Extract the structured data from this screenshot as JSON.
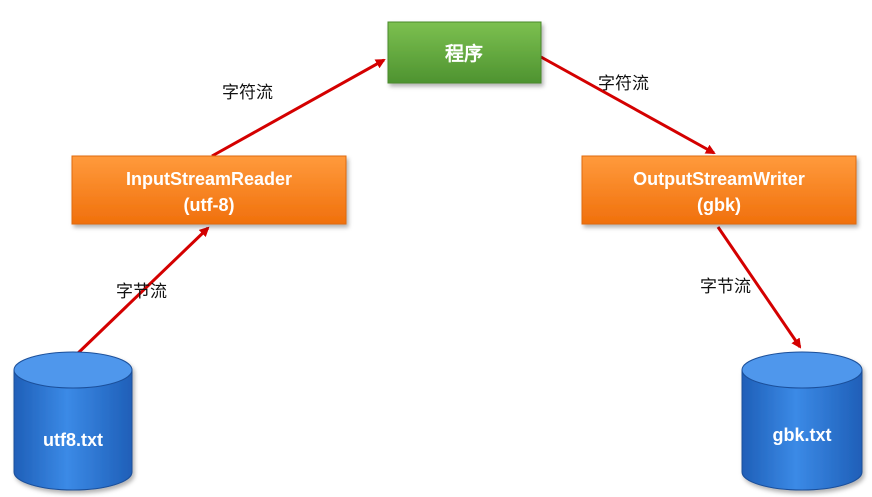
{
  "nodes": {
    "program": {
      "label": "程序",
      "color": "#5da33a"
    },
    "reader": {
      "line1": "InputStreamReader",
      "line2": "(utf-8)",
      "color": "#f77d1e"
    },
    "writer": {
      "line1": "OutputStreamWriter",
      "line2": "(gbk)",
      "color": "#f77d1e"
    },
    "source_file": {
      "label": "utf8.txt",
      "color": "#2f7ad8"
    },
    "target_file": {
      "label": "gbk.txt",
      "color": "#2f7ad8"
    }
  },
  "edges": {
    "source_to_reader": {
      "label": "字节流"
    },
    "reader_to_program": {
      "label": "字符流"
    },
    "program_to_writer": {
      "label": "字符流"
    },
    "writer_to_target": {
      "label": "字节流"
    }
  },
  "colors": {
    "arrow": "#d40000",
    "background": "#ffffff"
  }
}
